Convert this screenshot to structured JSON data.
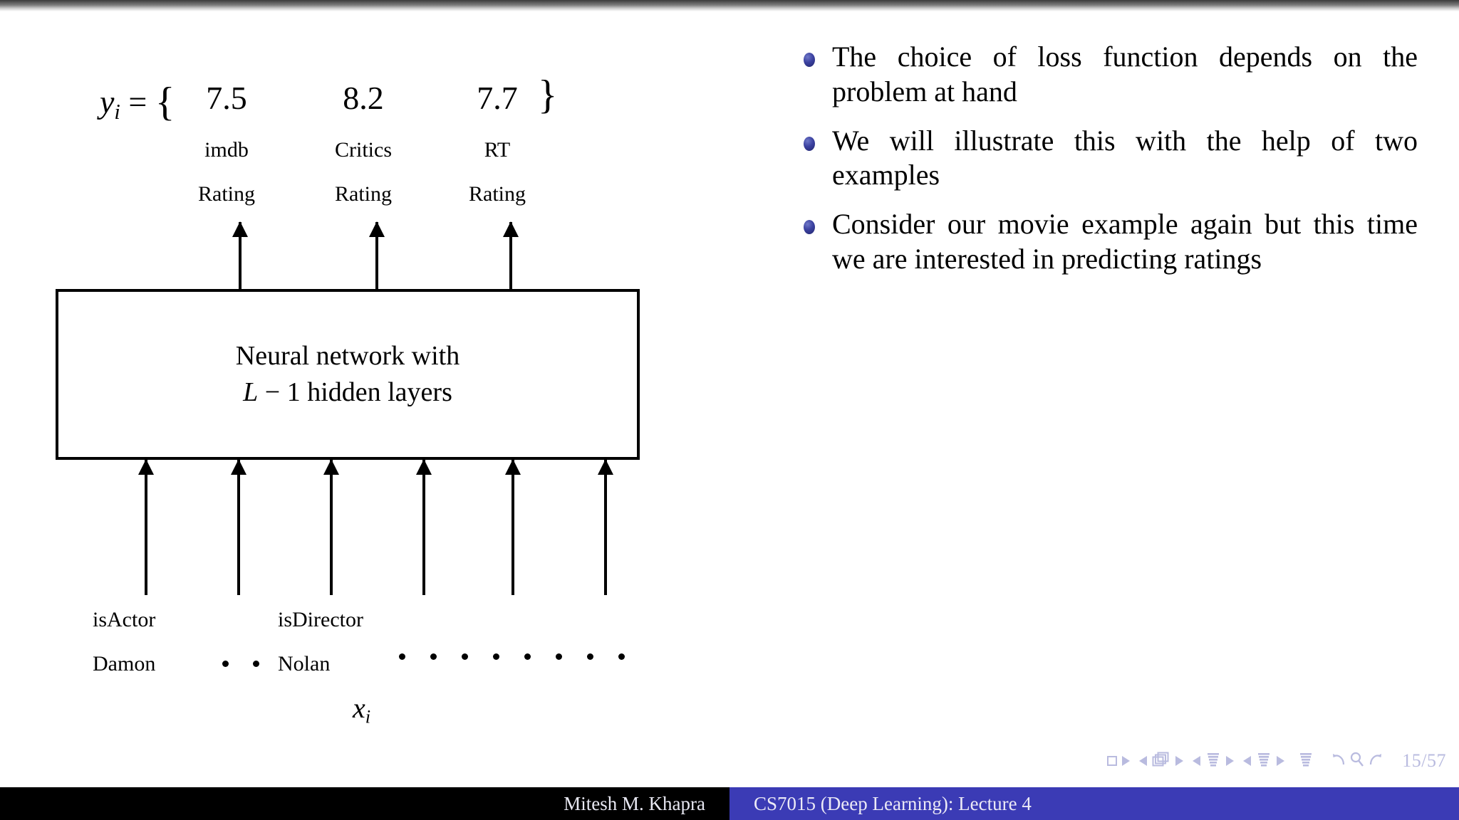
{
  "slide": {
    "page_indicator": "15/57",
    "footer": {
      "author": "Mitesh M. Khapra",
      "course": "CS7015 (Deep Learning): Lecture 4"
    }
  },
  "diagram": {
    "output_equation": {
      "variable": "y",
      "subscript": "i",
      "equals": "=",
      "open_brace": "{",
      "close_brace": "}"
    },
    "outputs": [
      {
        "value": "7.5",
        "source": "imdb",
        "metric": "Rating"
      },
      {
        "value": "8.2",
        "source": "Critics",
        "metric": "Rating"
      },
      {
        "value": "7.7",
        "source": "RT",
        "metric": "Rating"
      }
    ],
    "network_box": {
      "line1": "Neural network with",
      "line2": "L − 1 hidden layers"
    },
    "inputs": [
      {
        "feature": "isActor",
        "entity": "Damon"
      },
      {
        "feature": "isDirector",
        "entity": "Nolan"
      }
    ],
    "input_vector_label": {
      "variable": "x",
      "subscript": "i"
    },
    "ellipsis_dots_between_inputs": 2,
    "ellipsis_dots_after_inputs": 8,
    "input_arrow_count": 6,
    "output_arrow_count": 3
  },
  "bullets": [
    "The choice of loss function depends on the problem at hand",
    "We will illustrate this with the help of two examples",
    "Consider our movie example again but this time we are interested in predicting ratings"
  ],
  "navigation": {
    "icons": [
      "first-slide-icon",
      "next-frame-icon",
      "prev-slide-icon",
      "slides-stack-icon",
      "next-slide-icon",
      "prev-subsection-icon",
      "subsection-icon",
      "next-subsection-icon",
      "prev-section-icon",
      "section-icon",
      "next-section-icon",
      "contents-icon",
      "back-icon",
      "search-icon",
      "forward-icon"
    ]
  },
  "colors": {
    "bullet": "#3b41a0",
    "footer_title_bg": "#3b3bb5",
    "footer_author_bg": "#000000",
    "nav_icon": "#b9bbdf"
  }
}
